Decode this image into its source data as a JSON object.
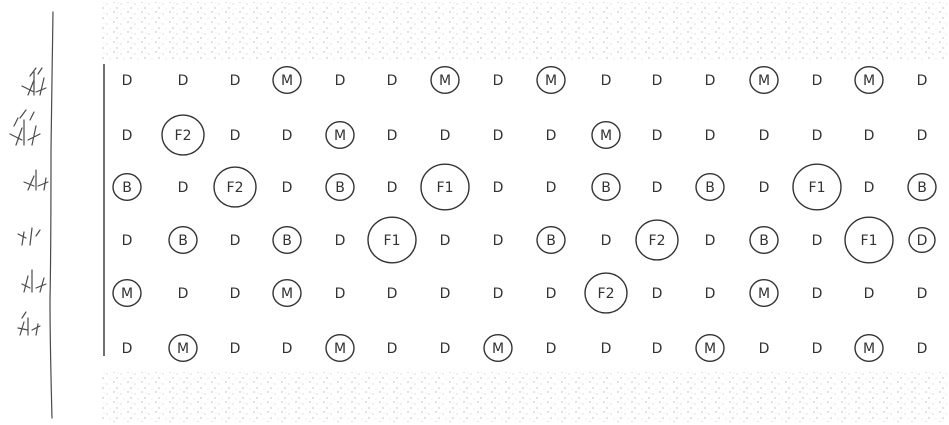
{
  "grid": {
    "rows": [
      [
        "D",
        "D",
        "D",
        "M",
        "D",
        "D",
        "M",
        "D",
        "M",
        "D",
        "D",
        "D",
        "M",
        "D",
        "M",
        "D"
      ],
      [
        "D",
        "F2",
        "D",
        "D",
        "M",
        "D",
        "D",
        "D",
        "D",
        "M",
        "D",
        "D",
        "D",
        "D",
        "D",
        "D"
      ],
      [
        "B",
        "D",
        "F2",
        "D",
        "B",
        "D",
        "F1",
        "D",
        "D",
        "B",
        "D",
        "B",
        "D",
        "F1",
        "D",
        "B"
      ],
      [
        "D",
        "B",
        "D",
        "B",
        "D",
        "F1",
        "D",
        "D",
        "B",
        "D",
        "F2",
        "D",
        "B",
        "D",
        "F1",
        "D"
      ],
      [
        "M",
        "D",
        "D",
        "M",
        "D",
        "D",
        "D",
        "D",
        "D",
        "F2",
        "D",
        "D",
        "M",
        "D",
        "D",
        "D"
      ],
      [
        "D",
        "M",
        "D",
        "D",
        "M",
        "D",
        "D",
        "M",
        "D",
        "D",
        "D",
        "M",
        "D",
        "D",
        "M",
        "D"
      ]
    ],
    "circled": [
      [
        false,
        false,
        false,
        true,
        false,
        false,
        true,
        false,
        true,
        false,
        false,
        false,
        true,
        false,
        true,
        false
      ],
      [
        false,
        true,
        false,
        false,
        true,
        false,
        false,
        false,
        false,
        true,
        false,
        false,
        false,
        false,
        false,
        false
      ],
      [
        true,
        false,
        true,
        false,
        true,
        false,
        true,
        false,
        false,
        true,
        false,
        true,
        false,
        true,
        false,
        true
      ],
      [
        false,
        true,
        false,
        true,
        false,
        true,
        false,
        false,
        true,
        false,
        true,
        false,
        true,
        false,
        true,
        true
      ],
      [
        true,
        false,
        false,
        true,
        false,
        false,
        false,
        false,
        false,
        true,
        false,
        false,
        true,
        false,
        false,
        false
      ],
      [
        false,
        true,
        false,
        false,
        true,
        false,
        false,
        true,
        false,
        false,
        false,
        true,
        false,
        false,
        true,
        false
      ]
    ]
  },
  "colors": {
    "ink": "#333333",
    "stipple": "#9a9a9a",
    "paper": "#ffffff"
  }
}
